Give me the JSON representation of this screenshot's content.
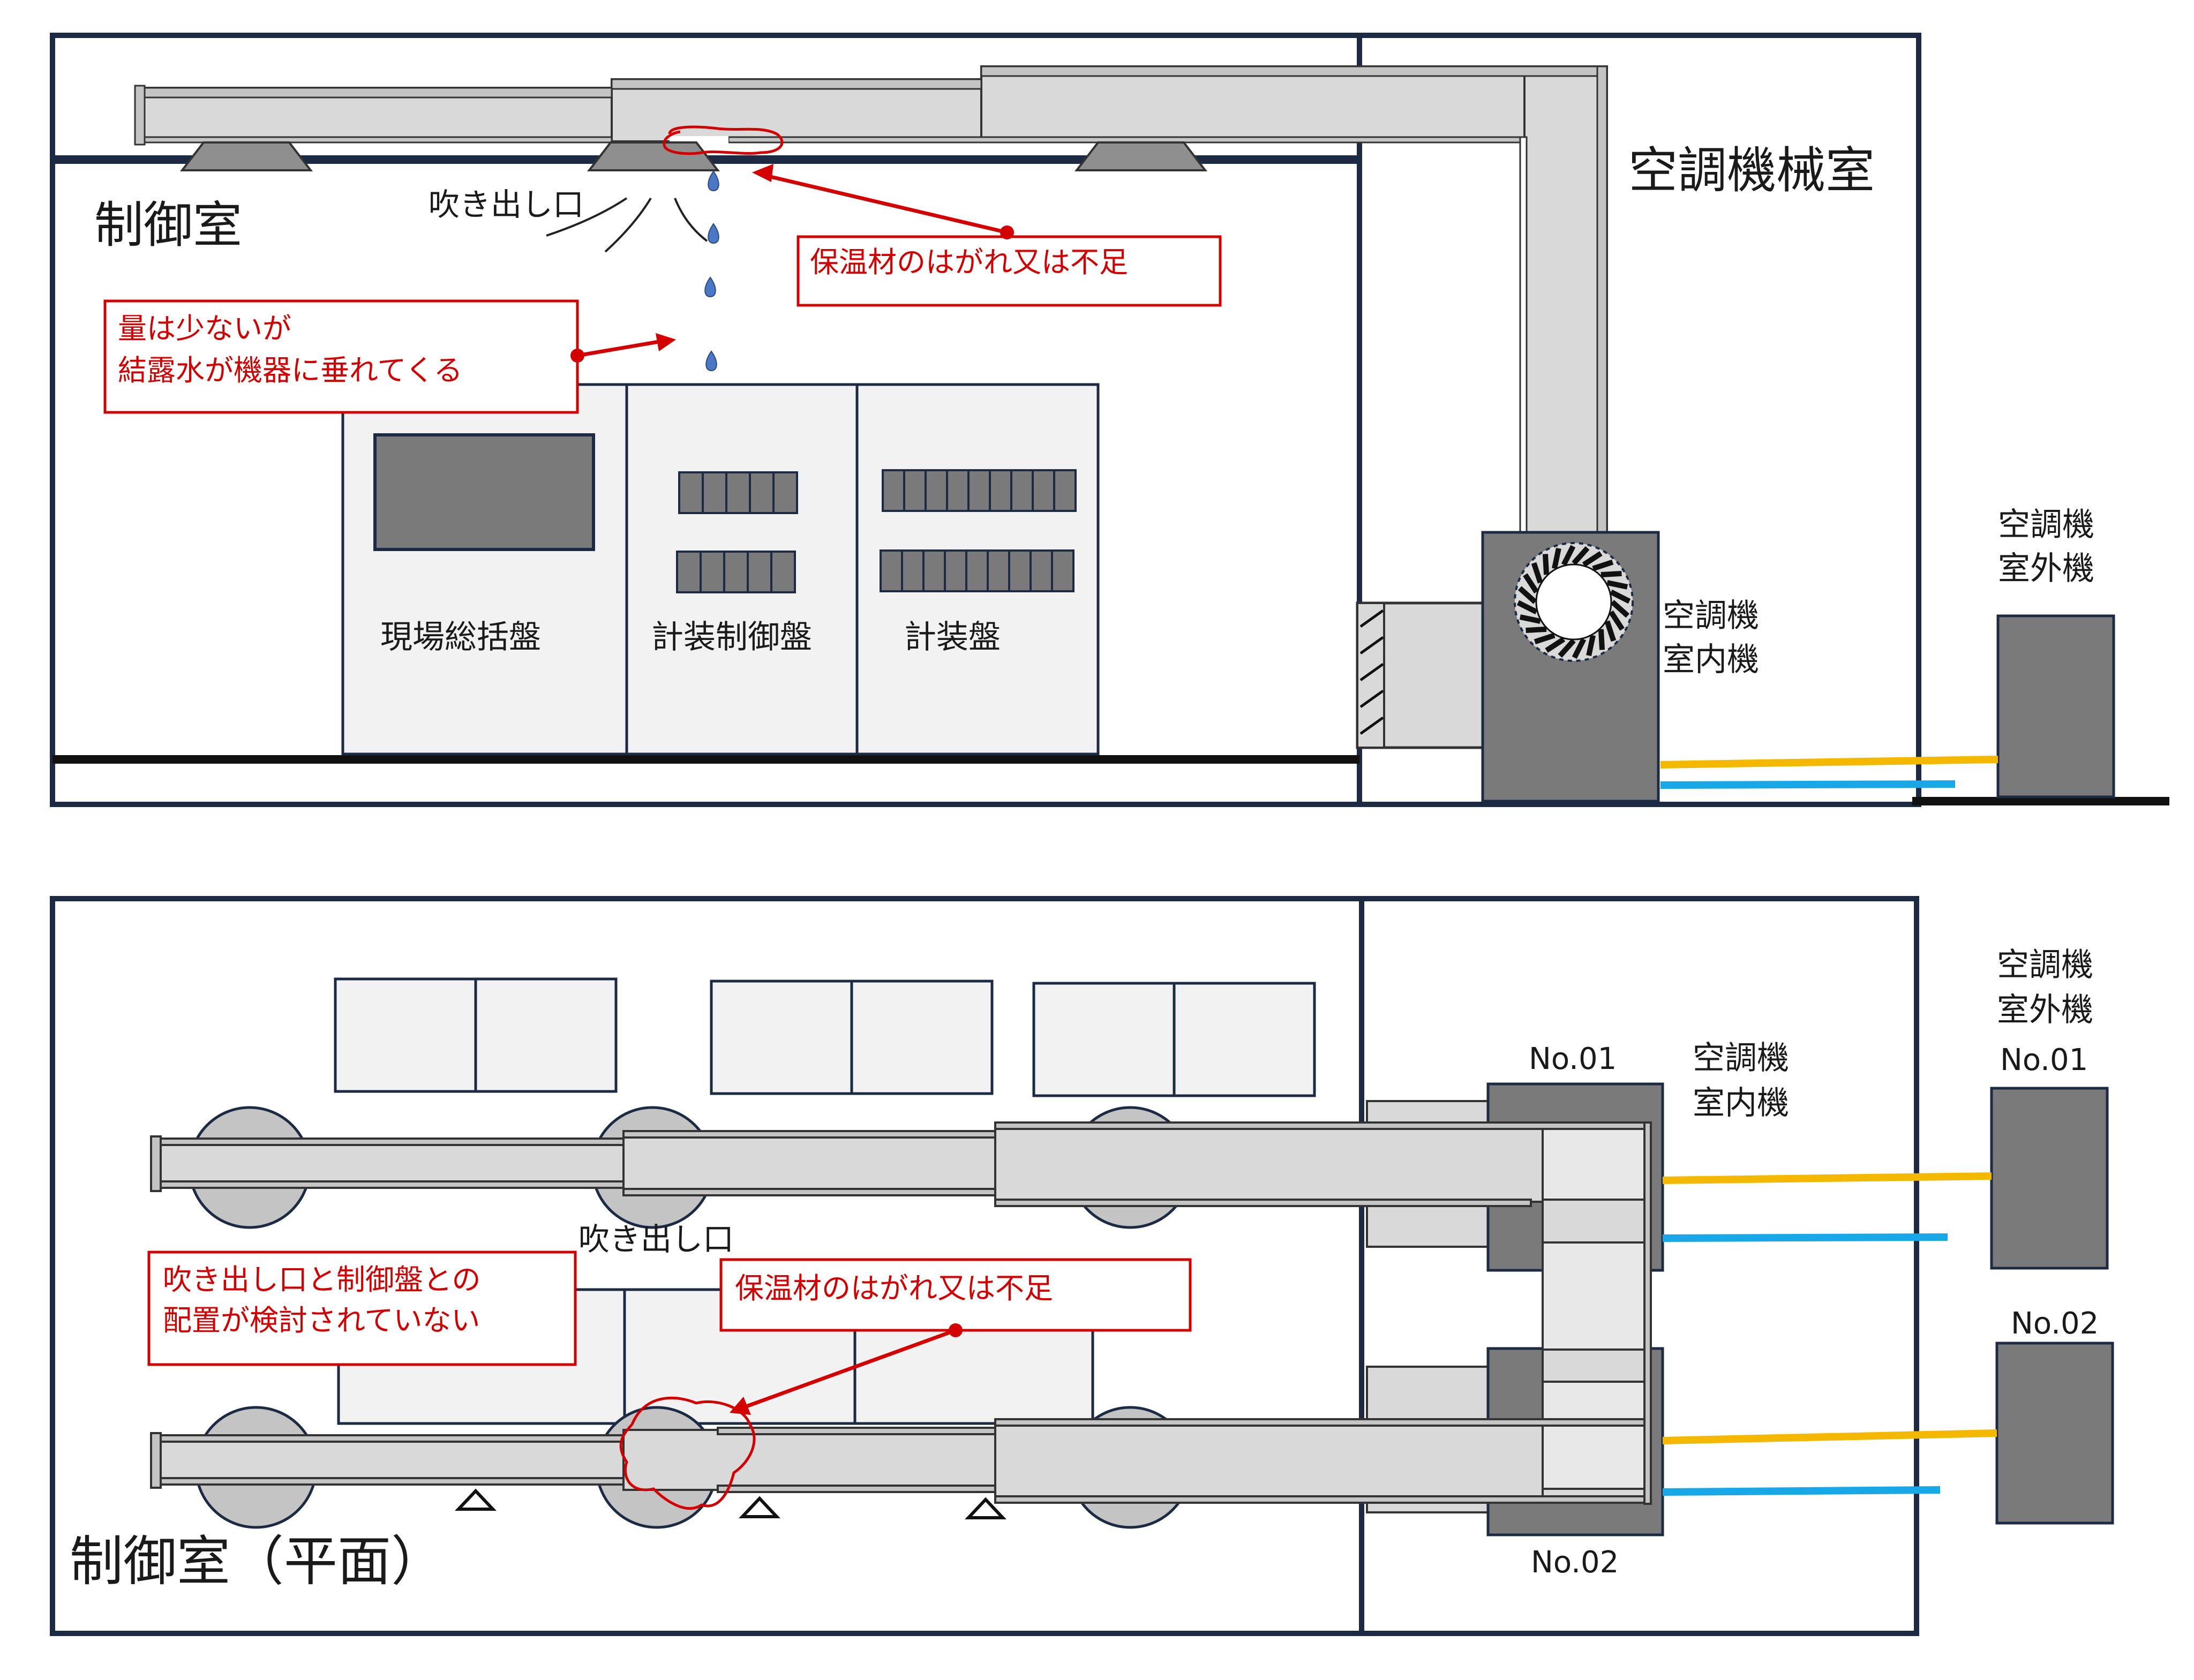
{
  "section_view": {
    "room_label": "制御室",
    "machine_room_label": "空調機械室",
    "outlet_label": "吹き出し口",
    "callout_insulation": "保温材のはがれ又は不足",
    "callout_condensation_line1": "量は少ないが",
    "callout_condensation_line2": "結露水が機器に垂れてくる",
    "panel_labels": [
      "現場総括盤",
      "計装制御盤",
      "計装盤"
    ],
    "indoor_unit_label_line1": "空調機",
    "indoor_unit_label_line2": "室内機",
    "outdoor_unit_label_line1": "空調機",
    "outdoor_unit_label_line2": "室外機"
  },
  "plan_view": {
    "room_label": "制御室（平面）",
    "outlet_label": "吹き出し口",
    "callout_layout_line1": "吹き出し口と制御盤との",
    "callout_layout_line2": "配置が検討されていない",
    "callout_insulation": "保温材のはがれ又は不足",
    "indoor_unit_no1": "No.01",
    "indoor_unit_no2": "No.02",
    "indoor_unit_label_line1": "空調機",
    "indoor_unit_label_line2": "室内機",
    "outdoor_unit_label_line1": "空調機",
    "outdoor_unit_label_line2": "室外機",
    "outdoor_unit_no1": "No.01",
    "outdoor_unit_no2": "No.02"
  },
  "colors": {
    "wall": "#1c2a44",
    "duct_fill": "#d9d9d9",
    "insulation": "#c4c4c4",
    "panel_fill": "#f2f2f2",
    "unit_fill": "#7a7a7a",
    "callout_red": "#d40000",
    "drop_blue": "#4a78c4",
    "pipe_yellow": "#f5b800",
    "pipe_blue": "#18a8e8"
  }
}
